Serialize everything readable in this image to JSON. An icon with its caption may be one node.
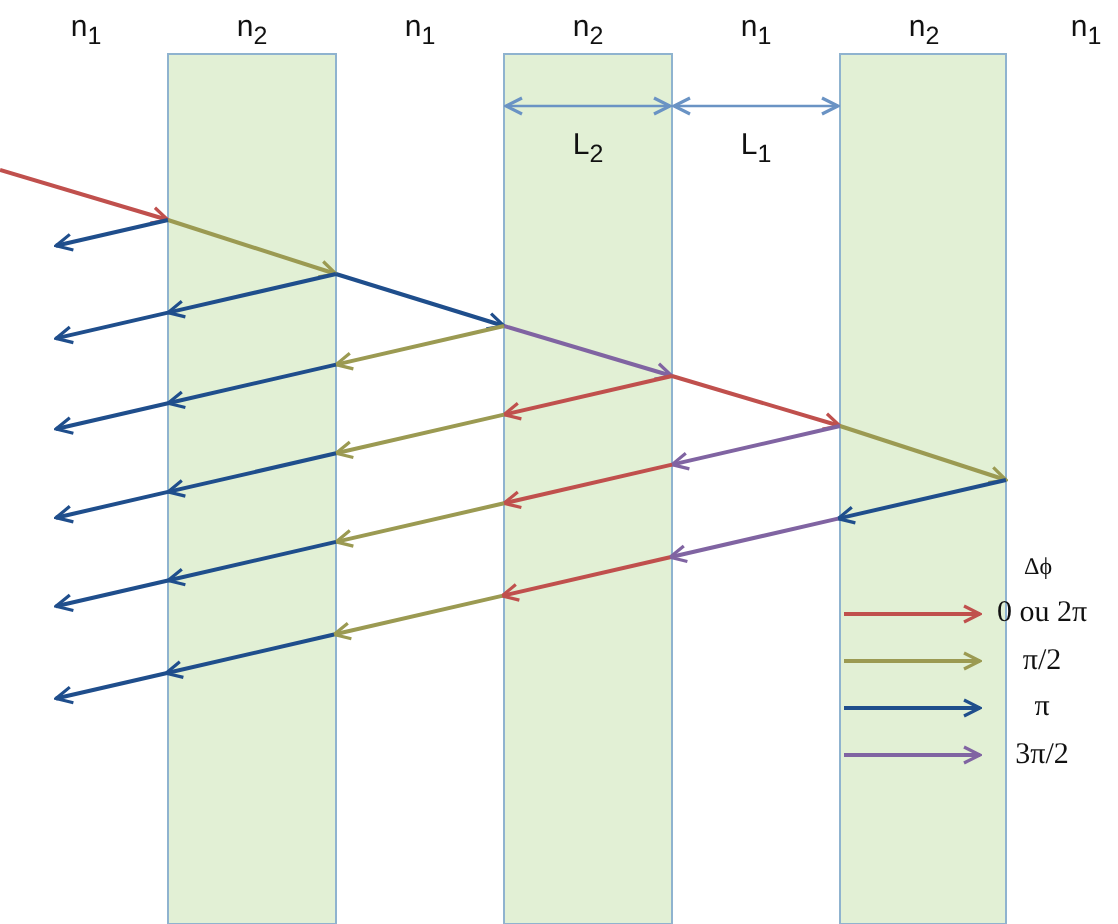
{
  "diagram": {
    "labels": [
      "n$_{1}$",
      "n$_{2}$",
      "n$_{1}$",
      "n$_{2}$",
      "n$_{1}$",
      "n$_{2}$",
      "n$_{1}$",
      "L$_{2}$",
      "L$_{1}$",
      "Δϕ"
    ],
    "legend": [
      {
        "text": "0 ou 2π"
      },
      {
        "text": "π/2"
      },
      {
        "text": "π"
      },
      {
        "text": "3π/2"
      }
    ]
  }
}
